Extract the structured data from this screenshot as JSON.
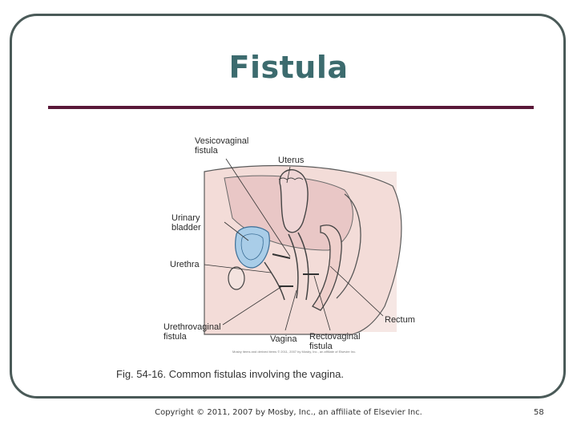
{
  "slide": {
    "title": "Fistula",
    "caption": "Fig. 54-16. Common fistulas involving the vagina.",
    "copyright": "Copyright © 2011, 2007 by Mosby, Inc., an affiliate of Elsevier Inc.",
    "page_number": "58",
    "figure_credit": "Mosby items and derived items © 2011, 2007 by Mosby, Inc., an affiliate of Elsevier Inc."
  },
  "figure": {
    "labels": {
      "vesicovaginal_fistula": "Vesicovaginal fistula",
      "uterus": "Uterus",
      "urinary_bladder": "Urinary bladder",
      "urethra": "Urethra",
      "rectum": "Rectum",
      "urethrovaginal_fistula": "Urethrovaginal fistula",
      "vagina": "Vagina",
      "rectovaginal_fistula": "Rectovaginal fistula"
    }
  },
  "colors": {
    "title": "#3c6b6e",
    "rule": "#5a1838",
    "frame": "#4a5a58",
    "tissue_pink": "#f2d9d6",
    "bladder_blue": "#a9cde8"
  }
}
